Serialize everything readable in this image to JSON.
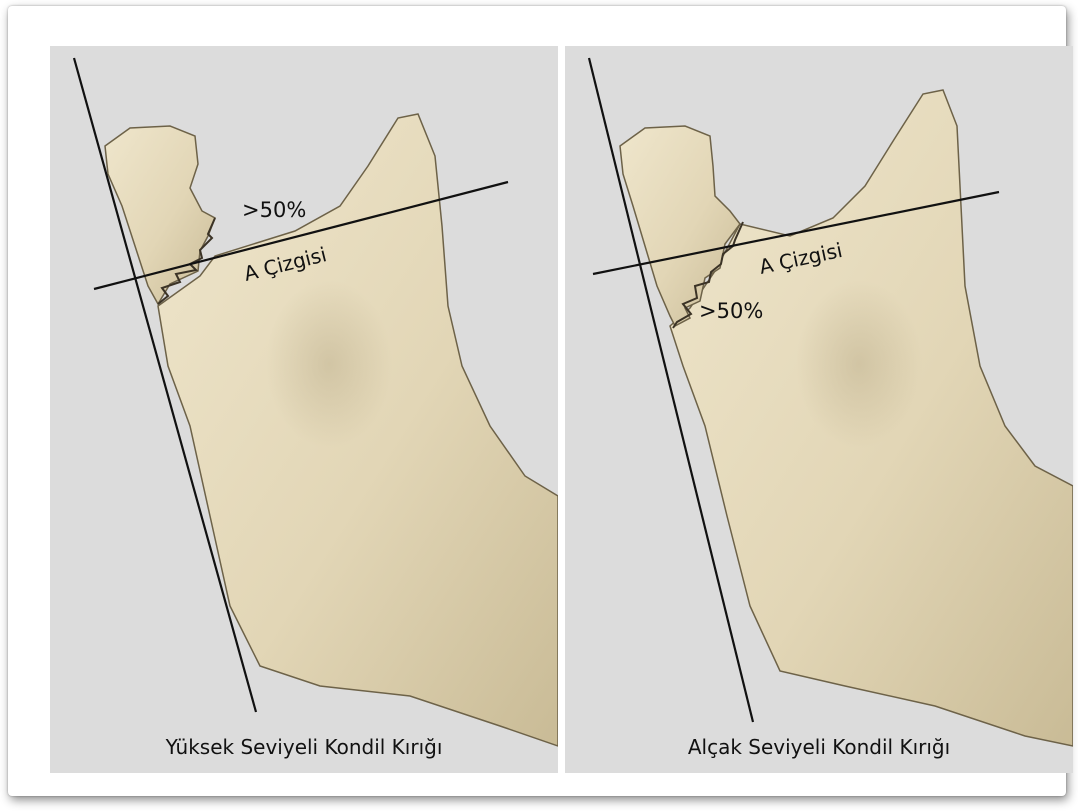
{
  "panels": [
    {
      "caption": "Yüksek Seviyeli Kondil Kırığı",
      "line_label": "A Çizgisi",
      "percent_label": ">50%"
    },
    {
      "caption": "Alçak Seviyeli Kondil Kırığı",
      "line_label": "A Çizgisi",
      "percent_label": ">50%"
    }
  ],
  "colors": {
    "panel_bg": "#dcdcdc",
    "bone": "#e6dbbd",
    "bone_shadow": "#b9ab88",
    "line": "#111111"
  }
}
